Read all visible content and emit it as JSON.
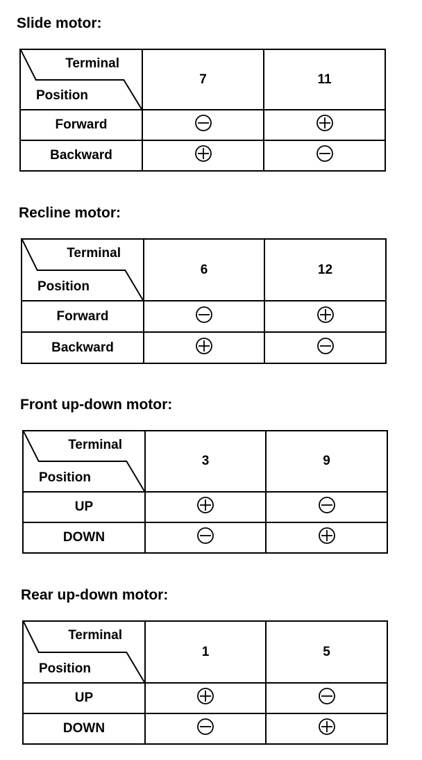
{
  "header_labels": {
    "terminal": "Terminal",
    "position": "Position"
  },
  "sections": [
    {
      "title": "Slide motor:",
      "terminals": [
        "7",
        "11"
      ],
      "rows": [
        {
          "position": "Forward",
          "polarity": [
            "minus",
            "plus"
          ]
        },
        {
          "position": "Backward",
          "polarity": [
            "plus",
            "minus"
          ]
        }
      ]
    },
    {
      "title": "Recline motor:",
      "terminals": [
        "6",
        "12"
      ],
      "rows": [
        {
          "position": "Forward",
          "polarity": [
            "minus",
            "plus"
          ]
        },
        {
          "position": "Backward",
          "polarity": [
            "plus",
            "minus"
          ]
        }
      ]
    },
    {
      "title": "Front up-down motor:",
      "terminals": [
        "3",
        "9"
      ],
      "rows": [
        {
          "position": "UP",
          "polarity": [
            "plus",
            "minus"
          ]
        },
        {
          "position": "DOWN",
          "polarity": [
            "minus",
            "plus"
          ]
        }
      ]
    },
    {
      "title": "Rear up-down motor:",
      "terminals": [
        "1",
        "5"
      ],
      "rows": [
        {
          "position": "UP",
          "polarity": [
            "plus",
            "minus"
          ]
        },
        {
          "position": "DOWN",
          "polarity": [
            "minus",
            "plus"
          ]
        }
      ]
    }
  ]
}
